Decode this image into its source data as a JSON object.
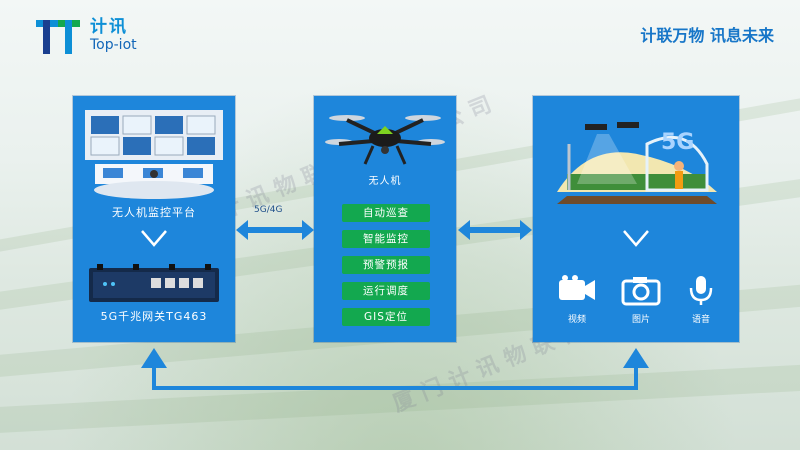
{
  "brand": {
    "name_cn": "计讯",
    "name_en": "Top-iot"
  },
  "slogan": "计联万物 讯息未来",
  "watermark": "厦门计讯物联科技有限公司",
  "left_panel": {
    "top_label": "无人机监控平台",
    "bottom_label": "5G千兆网关TG463"
  },
  "link_label": "5G/4G",
  "center_panel": {
    "device_label": "无人机",
    "functions": [
      "自动巡查",
      "智能监控",
      "预警预报",
      "运行调度",
      "GIS定位"
    ]
  },
  "right_panel": {
    "network_badge": "5G",
    "media": [
      {
        "label": "视频",
        "icon": "video-camera-icon"
      },
      {
        "label": "图片",
        "icon": "camera-icon"
      },
      {
        "label": "语音",
        "icon": "microphone-icon"
      }
    ]
  },
  "colors": {
    "panel": "#1e86db",
    "pill": "#13a84f",
    "arrow": "#1e86db",
    "slogan": "#1776c8"
  }
}
